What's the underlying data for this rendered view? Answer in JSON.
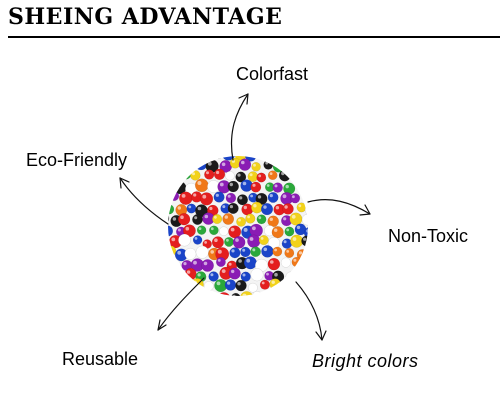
{
  "header": {
    "title": "SHEING ADVANTAGE"
  },
  "labels": {
    "colorfast": "Colorfast",
    "eco_friendly": "Eco-Friendly",
    "non_toxic": "Non-Toxic",
    "reusable": "Reusable",
    "bright_colors": "Bright  colors"
  },
  "image": {
    "subject": "colorful water beads",
    "colors": [
      "#e41e1e",
      "#1a44c8",
      "#f2d21a",
      "#2aa83a",
      "#f07818",
      "#8a1cb4",
      "#ffffff",
      "#1a1a1a"
    ]
  }
}
